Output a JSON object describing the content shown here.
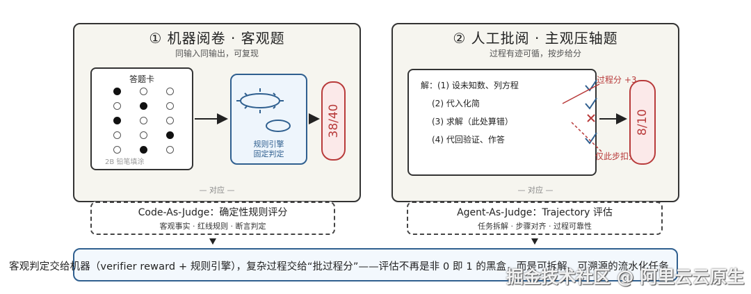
{
  "left_panel": {
    "title": "① 机器阅卷 · 客观题",
    "subtitle": "同输入同输出，可复现",
    "answer_card_label": "答题卡",
    "pencil_note": "2B 铅笔填涂",
    "engine_label_1": "规则引擎",
    "engine_label_2": "固定判定",
    "score": "38/40",
    "footer": "— 对应 —"
  },
  "left_judge": {
    "title": "Code-As-Judge：确定性规则评分",
    "subtitle": "客观事实 · 红线规则 · 断言判定"
  },
  "right_panel": {
    "title": "② 人工批阅 · 主观压轴题",
    "subtitle": "过程有迹可循，按步给分",
    "step1": "解：(1) 设未知数、列方程",
    "step2": "(2) 代入化简",
    "step3": "(3) 求解（此处算错）",
    "step4": "(4) 代回验证、作答",
    "annotation_plus": "过程分 +3",
    "annotation_deduct": "仅此步扣分",
    "score": "8/10",
    "footer": "— 对应 —"
  },
  "right_judge": {
    "title": "Agent-As-Judge：Trajectory 评估",
    "subtitle": "任务拆解 · 步骤对齐 · 过程可靠性"
  },
  "summary": "客观判定交给机器（verifier reward + 规则引擎），复杂过程交给“批过程分”——评估不再是非 0 即 1 的黑盒，而是可拆解、可溯源的流水化任务",
  "watermark": "掘金技术社区 @ 阿里云云原生",
  "bubble_grid": [
    [
      1,
      0,
      0
    ],
    [
      0,
      1,
      0
    ],
    [
      1,
      0,
      0
    ],
    [
      0,
      0,
      1
    ],
    [
      0,
      1,
      0
    ]
  ],
  "colors": {
    "accent_blue": "#2f5f8f",
    "accent_red": "#b83a3a",
    "panel_bg": "#f6f5ef"
  }
}
